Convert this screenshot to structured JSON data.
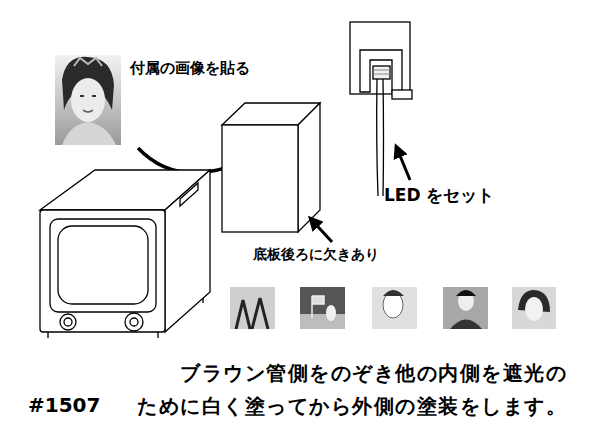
{
  "diagram": {
    "caption": "ブラウン管側をのぞき他の内側を遮光の ために白く塗ってから外側の塗装をします。",
    "labels": [
      "付属の画像を貼る",
      "LED をセット",
      "底板後ろに欠きあり",
      "#1507"
    ]
  }
}
